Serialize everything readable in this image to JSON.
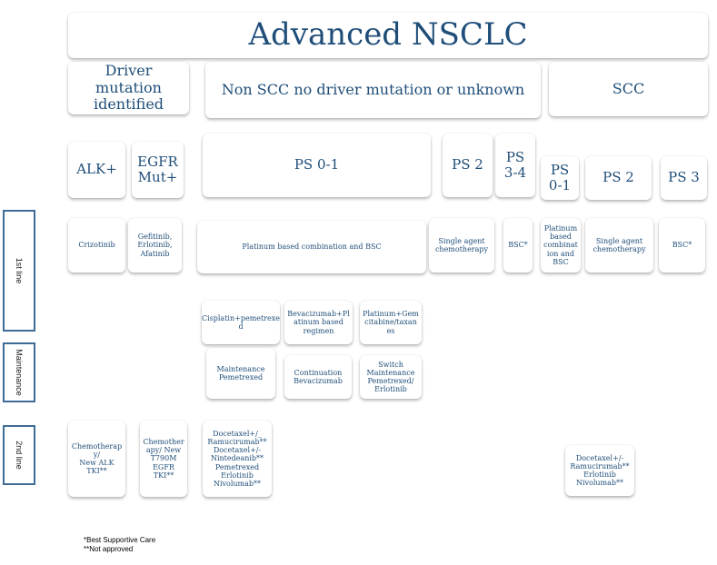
{
  "title": "Advanced NSCLC",
  "groups": {
    "driver": "Driver\nmutation\nidentified",
    "nonscc": "Non SCC no driver mutation or unknown",
    "scc": "SCC"
  },
  "subgroups": {
    "alk": "ALK+",
    "egfr": "EGFR\nMut+",
    "nonscc_ps01": "PS 0-1",
    "nonscc_ps2": "PS 2",
    "nonscc_ps34": "PS\n3-4",
    "scc_ps01": "PS\n0-1",
    "scc_ps2": "PS 2",
    "scc_ps3": "PS 3"
  },
  "lines": {
    "first": "1st  line",
    "maintenance": "Maintenance",
    "second": "2nd line"
  },
  "first_line": {
    "alk": "Crizotinib",
    "egfr": "Gefitinib,\nErlotinib,\nAfatinib",
    "nonscc_ps01": "Platinum based combination and BSC",
    "nonscc_ps2": "Single agent\nchemotherapy",
    "nonscc_ps34": "BSC*",
    "scc_ps01": "Platinum\nbased\ncombinat\nion and\nBSC",
    "scc_ps2": "Single agent\nchemotherapy",
    "scc_ps3": "BSC*"
  },
  "regimens": {
    "cis_pem": "Cisplatin+pemetrexe\nd",
    "bev_plat": "Bevacizumab+Pl\natinum based\nregimen",
    "plat_gem": "Platinum+Gem\ncitabine/taxan\nes"
  },
  "maintenance": {
    "pem": "Maintenance\nPemetrexed",
    "bev": "Continuation\nBevacizumab",
    "switch": "Switch\nMaintenance\nPemetrexed/\nErlotinib"
  },
  "second_line": {
    "alk": "Chemotherap\ny/\nNew ALK\nTKI**",
    "egfr": "Chemother\napy/ New\nT790M\nEGFR\nTKI**",
    "nonscc": "Docetaxel+/_\nRamucirumab**\nDocetaxel+/-\nNintedeanib**\nPemetrexed\nErlotinib\nNivolumab**",
    "scc": "Docetaxel+/-\nRamucirumab**\nErlotinib\nNivolumab**"
  },
  "footnotes": {
    "bsc": "*Best Supportive Care",
    "na": "**Not approved"
  }
}
